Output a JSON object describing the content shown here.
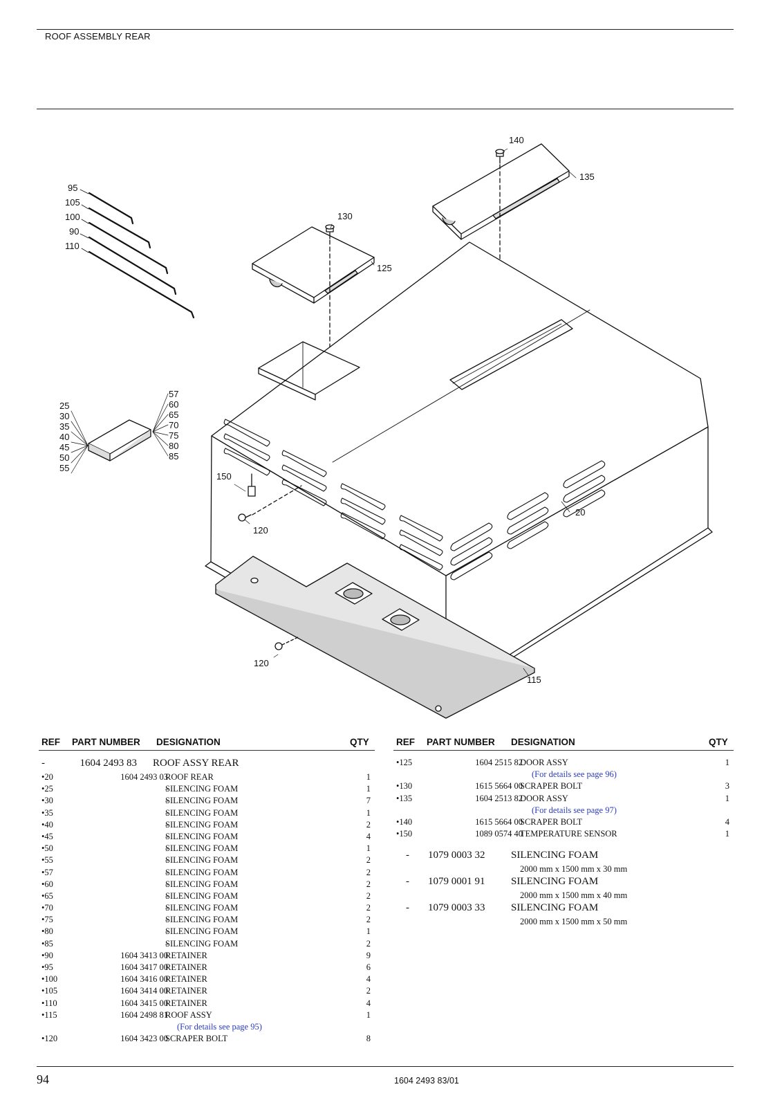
{
  "header": {
    "title": "ROOF ASSEMBLY REAR"
  },
  "callouts": {
    "c95": "95",
    "c105": "105",
    "c100": "100",
    "c90": "90",
    "c110": "110",
    "c130": "130",
    "c125": "125",
    "c140": "140",
    "c135": "135",
    "c25": "25",
    "c30": "30",
    "c35": "35",
    "c40": "40",
    "c45": "45",
    "c50": "50",
    "c55": "55",
    "c57": "57",
    "c60": "60",
    "c65": "65",
    "c70": "70",
    "c75": "75",
    "c80": "80",
    "c85": "85",
    "c150": "150",
    "c120a": "120",
    "c20": "20",
    "c120b": "120",
    "c115": "115"
  },
  "table_headers": {
    "ref": "REF",
    "part": "PART NUMBER",
    "des": "DESIGNATION",
    "qty": "QTY"
  },
  "left_rows": [
    {
      "ref": "-",
      "pn": "1604 2493 83",
      "des": "ROOF ASSY REAR",
      "qty": ""
    },
    {
      "ref": "•20",
      "pn": "1604 2493 03",
      "des": "ROOF REAR",
      "qty": "1"
    },
    {
      "ref": "•25",
      "pn": "-",
      "des": "SILENCING FOAM",
      "qty": "1"
    },
    {
      "ref": "•30",
      "pn": "-",
      "des": "SILENCING FOAM",
      "qty": "7"
    },
    {
      "ref": "•35",
      "pn": "-",
      "des": "SILENCING FOAM",
      "qty": "1"
    },
    {
      "ref": "•40",
      "pn": "-",
      "des": "SILENCING FOAM",
      "qty": "2"
    },
    {
      "ref": "•45",
      "pn": "-",
      "des": "SILENCING FOAM",
      "qty": "4"
    },
    {
      "ref": "•50",
      "pn": "-",
      "des": "SILENCING FOAM",
      "qty": "1"
    },
    {
      "ref": "•55",
      "pn": "-",
      "des": "SILENCING FOAM",
      "qty": "2"
    },
    {
      "ref": "•57",
      "pn": "-",
      "des": "SILENCING FOAM",
      "qty": "2"
    },
    {
      "ref": "•60",
      "pn": "-",
      "des": "SILENCING FOAM",
      "qty": "2"
    },
    {
      "ref": "•65",
      "pn": "-",
      "des": "SILENCING FOAM",
      "qty": "2"
    },
    {
      "ref": "•70",
      "pn": "-",
      "des": "SILENCING FOAM",
      "qty": "2"
    },
    {
      "ref": "•75",
      "pn": "-",
      "des": "SILENCING FOAM",
      "qty": "2"
    },
    {
      "ref": "•80",
      "pn": "-",
      "des": "SILENCING FOAM",
      "qty": "1"
    },
    {
      "ref": "•85",
      "pn": "-",
      "des": "SILENCING FOAM",
      "qty": "2"
    },
    {
      "ref": "•90",
      "pn": "1604 3413 00",
      "des": "RETAINER",
      "qty": "9"
    },
    {
      "ref": "•95",
      "pn": "1604 3417 00",
      "des": "RETAINER",
      "qty": "6"
    },
    {
      "ref": "•100",
      "pn": "1604 3416 00",
      "des": "RETAINER",
      "qty": "4"
    },
    {
      "ref": "•105",
      "pn": "1604 3414 00",
      "des": "RETAINER",
      "qty": "2"
    },
    {
      "ref": "•110",
      "pn": "1604 3415 00",
      "des": "RETAINER",
      "qty": "4"
    },
    {
      "ref": "•115",
      "pn": "1604 2498 81",
      "des": "ROOF ASSY",
      "qty": "1"
    },
    {
      "note": "(For details see page 95)"
    },
    {
      "ref": "•120",
      "pn": "1604 3423 00",
      "des": "SCRAPER BOLT",
      "qty": "8"
    }
  ],
  "right_rows": [
    {
      "ref": "•125",
      "pn": "1604 2515 82",
      "des": "DOOR ASSY",
      "qty": "1"
    },
    {
      "note": "(For details see page 96)"
    },
    {
      "ref": "•130",
      "pn": "1615 5664 00",
      "des": "SCRAPER BOLT",
      "qty": "3"
    },
    {
      "ref": "•135",
      "pn": "1604 2513 82",
      "des": "DOOR ASSY",
      "qty": "1"
    },
    {
      "note": "(For details see page 97)"
    },
    {
      "ref": "•140",
      "pn": "1615 5664 00",
      "des": "SCRAPER BOLT",
      "qty": "4"
    },
    {
      "ref": "•150",
      "pn": "1089 0574 40",
      "des": "TEMPERATURE SENSOR",
      "qty": "1"
    }
  ],
  "right_extra": [
    {
      "ref": "-",
      "pn": "1079 0003 32",
      "des": "SILENCING FOAM",
      "dim": "2000 mm x 1500 mm x 30 mm"
    },
    {
      "ref": "-",
      "pn": "1079 0001 91",
      "des": "SILENCING FOAM",
      "dim": "2000 mm x 1500 mm x 40 mm"
    },
    {
      "ref": "-",
      "pn": "1079 0003 33",
      "des": "SILENCING FOAM",
      "dim": "2000 mm x 1500 mm x 50 mm"
    }
  ],
  "footer": {
    "page_number": "94",
    "doc_number": "1604 2493 83/01"
  }
}
